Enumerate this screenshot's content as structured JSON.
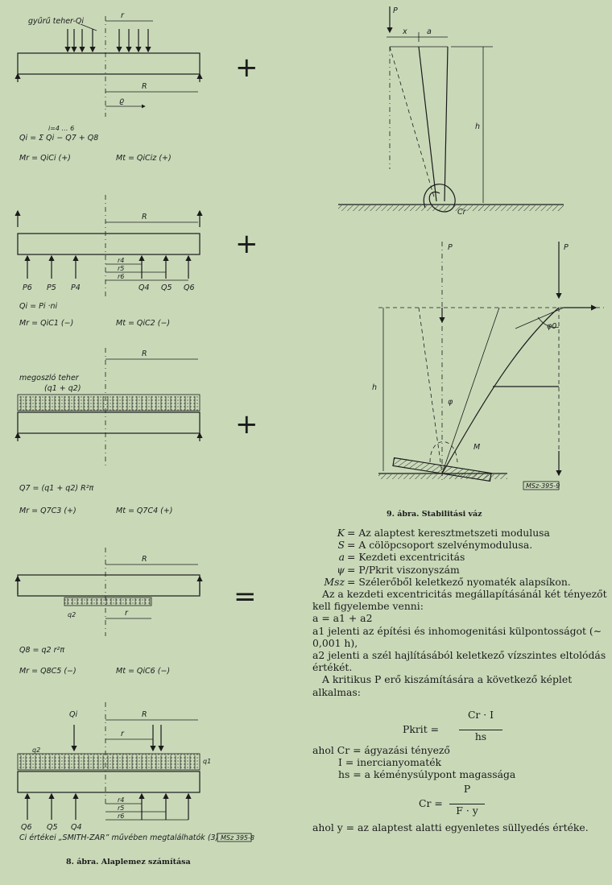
{
  "fig8": {
    "caption": "8. ábra. Alaplemez számítása",
    "plus": "+",
    "equals": "=",
    "p1": {
      "label_load": "gyűrű teher-Qi",
      "label_r": "r",
      "label_R": "R",
      "label_rho": "ϱ",
      "eq1": "Qi = Σ Qi − Q7 + Q8",
      "eq1_limits": "i=4 … 6",
      "eq2a": "Mr = QiCi (+)",
      "eq2b": "Mt = QiCiz (+)"
    },
    "p2": {
      "label_R": "R",
      "forces": [
        "P6",
        "P5",
        "P4",
        "Q4",
        "Q5",
        "Q6"
      ],
      "radii": [
        "r4",
        "r5",
        "r6"
      ],
      "eq1": "Qi = Pi ·ni",
      "eq2a": "Mr = QiC1 (−)",
      "eq2b": "Mt = QiC2 (−)"
    },
    "p3": {
      "label_load": "megoszló teher",
      "label_q": "(q1 + q2)",
      "label_R": "R",
      "eq1": "Q7 = (q1 + q2) R²π",
      "eq2a": "Mr = Q7C3 (+)",
      "eq2b": "Mt = Q7C4 (+)"
    },
    "p4": {
      "label_R": "R",
      "label_q2": "q2",
      "label_r": "r",
      "eq1": "Q8 = q2 r²π",
      "eq2a": "Mr = Q8C5 (−)",
      "eq2b": "Mt = QiC6 (−)"
    },
    "p5": {
      "label_R": "R",
      "label_r": "r",
      "label_Qi": "Qi",
      "label_q2": "q2",
      "label_q1": "q1",
      "forces": [
        "Q6",
        "Q5",
        "Q4"
      ],
      "radii": [
        "r4",
        "r5",
        "r6"
      ],
      "note": "Ci értékei „SMITH-ZAR” művében megtalálhatók (3)",
      "stamp": "MSz 395-8"
    }
  },
  "fig9": {
    "caption": "9. ábra. Stabilitási váz",
    "label_P": "P",
    "label_x": "x",
    "label_a": "a",
    "label_h": "h",
    "label_Cr": "Cr",
    "label_phi": "φ",
    "label_phi0": "φ0",
    "label_M": "M",
    "stamp": "MSz-395-9"
  },
  "text": {
    "defs": [
      {
        "sym": "K",
        "desc": "= Az alaptest keresztmetszeti modulusa"
      },
      {
        "sym": "S",
        "desc": "= A cölöpcsoport szelvénymodulusa."
      },
      {
        "sym": "a",
        "desc": "= Kezdeti excentricitás"
      },
      {
        "sym": "ψ",
        "desc": "= P/Pkrit viszonyszám"
      },
      {
        "sym": "Msz",
        "desc": "= Szélerőből keletkező nyomaték alapsíkon."
      }
    ],
    "para1": "Az a kezdeti excentricitás megállapításánál két tényezőt kell figyelembe venni:",
    "eq_a": "a = a1 + a2",
    "a1": "a1 jelenti az építési és inhomogenitási külpontosságot (∼ 0,001 h),",
    "a2": "a2 jelenti a szél hajlításából keletkező vízszintes eltolódás értékét.",
    "para2": "A kritikus P erő kiszámítására a következő képlet alkalmas:",
    "pkrit_lhs": "Pkrit =",
    "pkrit_num": "Cr · I",
    "pkrit_den": "hs",
    "ahol1": "ahol Cr = ágyazási tényező",
    "ahol2": "I = inercianyomaték",
    "ahol3": "hs = a kéménysúlypont magassága",
    "cr_lhs": "Cr =",
    "cr_num": "P",
    "cr_den": "F · y",
    "ahol4": "ahol y = az alaptest alatti egyenletes süllyedés értéke."
  }
}
